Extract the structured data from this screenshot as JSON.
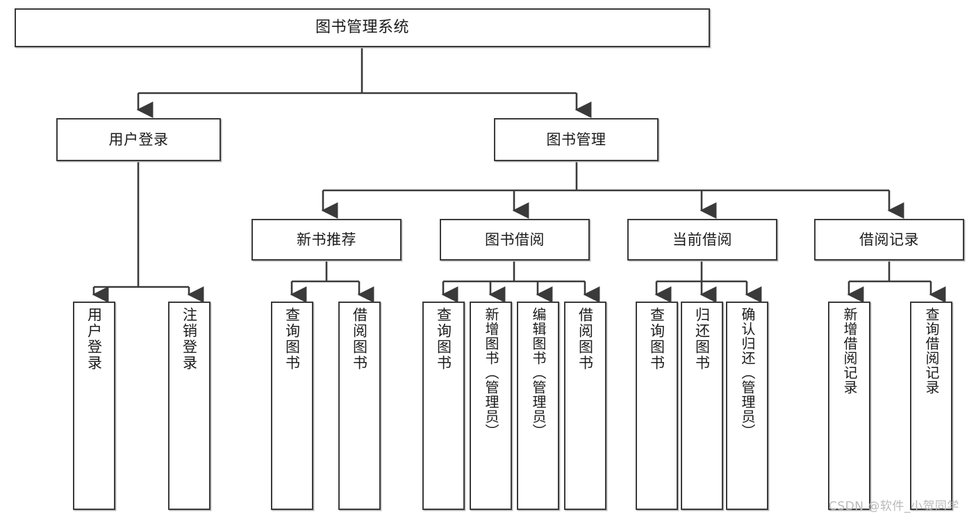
{
  "diagram": {
    "title": "图书管理系统",
    "type": "tree-hierarchy",
    "watermark": "CSDN @软件_小贺同学",
    "colors": {
      "box_border": "#3a3a3a",
      "box_fill": "#ffffff",
      "edge": "#3a3a3a",
      "text": "#1b1b1b",
      "watermark": "#b9b9b9"
    },
    "nodes": {
      "root": {
        "label": "图书管理系统"
      },
      "level2": [
        {
          "id": "user-login",
          "label": "用户登录"
        },
        {
          "id": "book-manage",
          "label": "图书管理"
        }
      ],
      "level3": [
        {
          "id": "new-book-recommend",
          "label": "新书推荐"
        },
        {
          "id": "book-borrow",
          "label": "图书借阅"
        },
        {
          "id": "current-borrow",
          "label": "当前借阅"
        },
        {
          "id": "borrow-record",
          "label": "借阅记录"
        }
      ],
      "leaves": {
        "user_login": [
          {
            "id": "leaf-user-login",
            "label": "用户登录"
          },
          {
            "id": "leaf-logout-login",
            "label": "注销登录"
          }
        ],
        "new_book_recommend": [
          {
            "id": "leaf-query-book-1",
            "label": "查询图书"
          },
          {
            "id": "leaf-borrow-book-1",
            "label": "借阅图书"
          }
        ],
        "book_borrow": [
          {
            "id": "leaf-query-book-2",
            "label": "查询图书"
          },
          {
            "id": "leaf-add-book",
            "label": "新增图书（管理员）"
          },
          {
            "id": "leaf-edit-book",
            "label": "编辑图书（管理员）"
          },
          {
            "id": "leaf-borrow-book-2",
            "label": "借阅图书"
          }
        ],
        "current_borrow": [
          {
            "id": "leaf-query-book-3",
            "label": "查询图书"
          },
          {
            "id": "leaf-return-book",
            "label": "归还图书"
          },
          {
            "id": "leaf-confirm-return",
            "label": "确认归还（管理员）"
          }
        ],
        "borrow_record": [
          {
            "id": "leaf-add-record",
            "label": "新增借阅记录"
          },
          {
            "id": "leaf-query-record",
            "label": "查询借阅记录"
          }
        ]
      }
    }
  }
}
